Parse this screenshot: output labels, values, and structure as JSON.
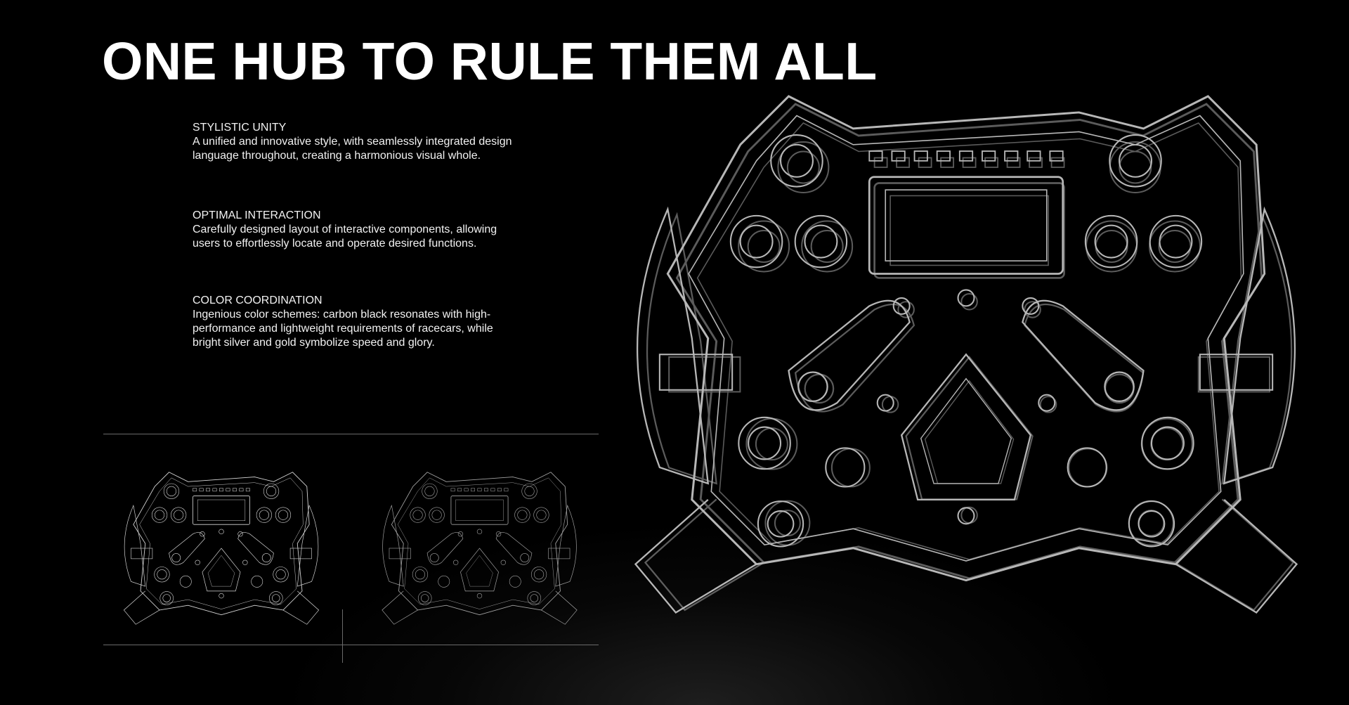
{
  "title": "ONE HUB TO RULE THEM ALL",
  "features": [
    {
      "heading": "STYLISTIC UNITY",
      "body": "A unified and innovative style, with seamlessly integrated design language throughout, creating a harmonious visual whole."
    },
    {
      "heading": "OPTIMAL INTERACTION",
      "body": "Carefully designed layout of interactive components, allowing users to effortlessly locate and operate desired functions."
    },
    {
      "heading": "COLOR COORDINATION",
      "body": "Ingenious color schemes: carbon black resonates with high-performance and lightweight requirements of racecars, while bright silver and gold symbolize speed and glory."
    }
  ],
  "colors": {
    "background": "#000000",
    "text": "#ffffff",
    "line": "#d8d8d8"
  }
}
